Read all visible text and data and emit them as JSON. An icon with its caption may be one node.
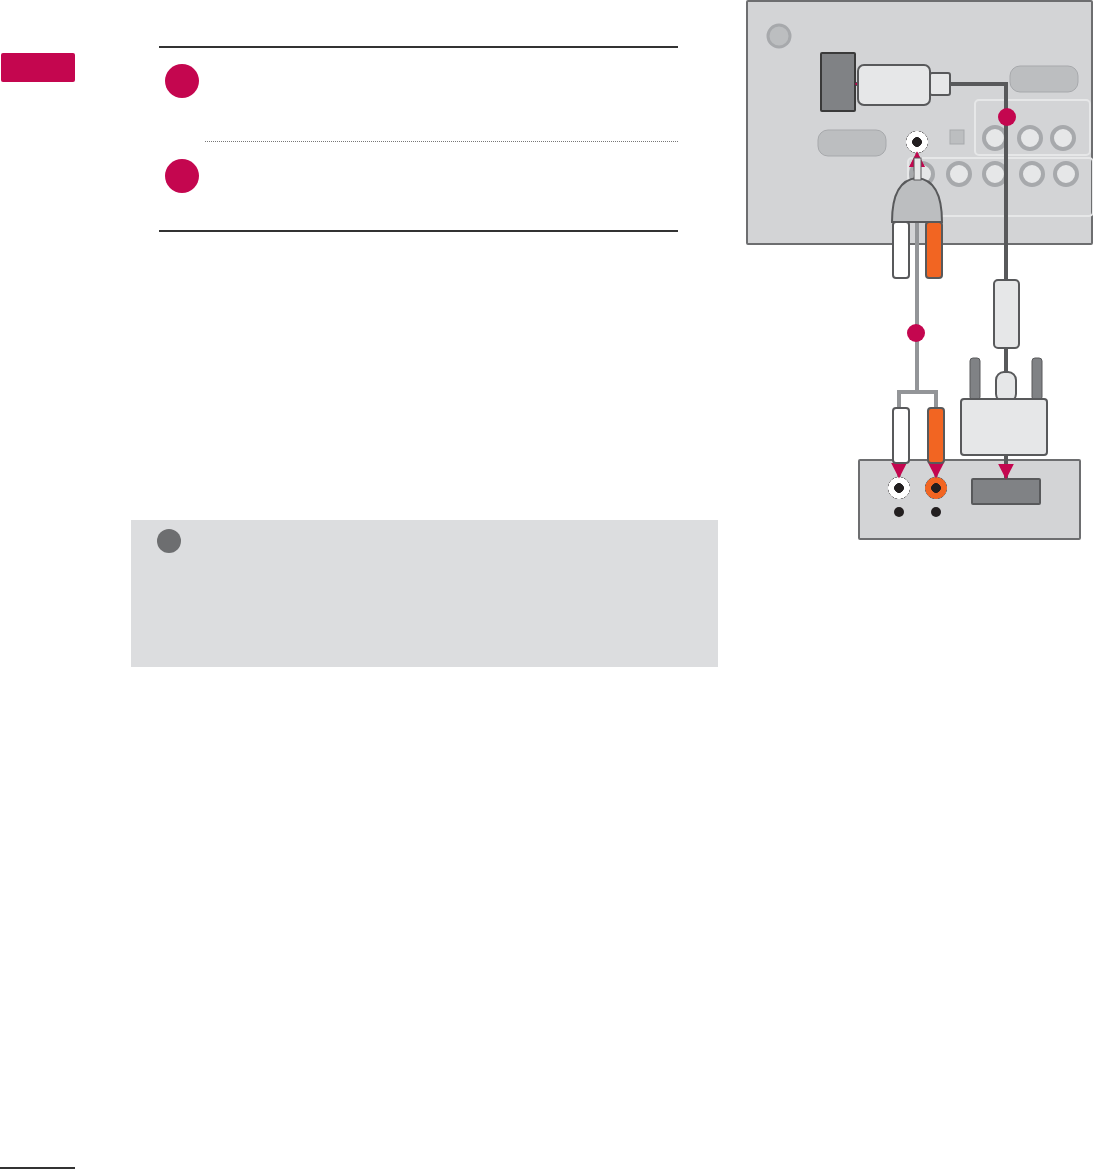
{
  "diagram": {
    "nodes": [
      {
        "text": [],
        "shape": "box"
      },
      {
        "text": [],
        "shape": "box",
        "in": 0
      },
      {
        "text": [],
        "shape": "circle",
        "in": 0
      },
      {
        "text": [],
        "shape": "box"
      },
      {
        "text": [],
        "shape": "box",
        "in": 3
      },
      {
        "text": [],
        "shape": "circle",
        "in": 3
      },
      {
        "text": [],
        "shape": "circle",
        "in": 3
      },
      {
        "text": [],
        "shape": "box"
      }
    ],
    "edges": [
      {
        "from": 4,
        "to": 1,
        "arrow": "both",
        "color": "#58595b"
      },
      {
        "from": 5,
        "to": 2,
        "arrow": "both"
      },
      {
        "from": 6,
        "to": 2,
        "arrow": "both"
      }
    ]
  }
}
